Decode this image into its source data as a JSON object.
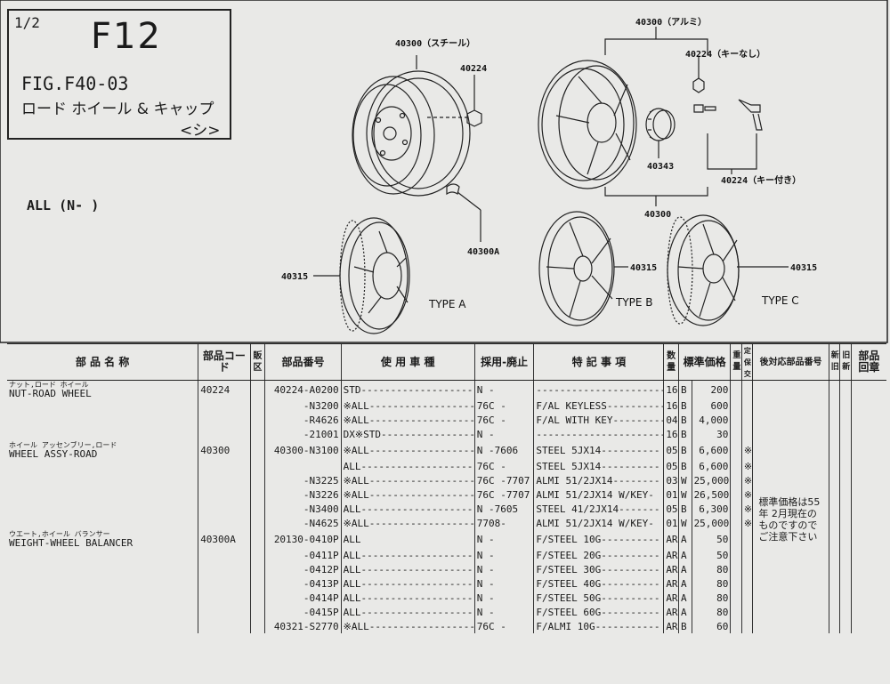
{
  "header": {
    "page_number": "1/2",
    "figure_code": "F12",
    "figure_number": "FIG.F40-03",
    "title_jp": "ロード ホイール & キャップ",
    "title_sub": "<シ>"
  },
  "applicability": "ALL (N-    )",
  "diagram": {
    "labels": {
      "steel_wheel": "40300（スチール）",
      "nut_top_left": "40224",
      "weight": "40300A",
      "alu_wheel": "40300（アルミ）",
      "nut_keyless": "40224（キーなし）",
      "balancer": "40343",
      "nut_with_key": "40224（キー付き）",
      "alu_bottom": "40300",
      "cap_a": "40315",
      "cap_b": "40315",
      "cap_c": "40315"
    },
    "types": {
      "a": "TYPE A",
      "b": "TYPE B",
      "c": "TYPE C"
    }
  },
  "table": {
    "headers": {
      "name": "部 品 名 称",
      "code": "部品コード",
      "sale": "販区",
      "part_no": "部品番号",
      "model": "使 用 車 種",
      "adopt": "採用-廃止",
      "remarks": "特 記 事 項",
      "qty": "数量",
      "price": "標準価格",
      "weight": "重量",
      "flag": "定保交",
      "after": "後対応部品番号",
      "newold": "新旧",
      "sn": "旧新",
      "ref": "部品回章"
    },
    "rows": [
      {
        "name_jp": "ナット,ロード ホイール",
        "name_en": "NUT-ROAD WHEEL",
        "code": "40224",
        "part": "40224-A0200",
        "model": "STD--------------------",
        "adopt": "N  -",
        "remark": "-----------------------",
        "qty": "16",
        "cls": "B",
        "price": "200",
        "mark": ""
      },
      {
        "name_jp": "",
        "name_en": "",
        "code": "",
        "part": "-N3200",
        "model": "※ALL-------------------",
        "adopt": "76C  -",
        "remark": "F/AL KEYLESS----------",
        "qty": "16",
        "cls": "B",
        "price": "600",
        "mark": ""
      },
      {
        "name_jp": "",
        "name_en": "",
        "code": "",
        "part": "-R4626",
        "model": "※ALL-------------------",
        "adopt": "76C  -",
        "remark": "F/AL WITH KEY---------",
        "qty": "04",
        "cls": "B",
        "price": "4,000",
        "mark": ""
      },
      {
        "name_jp": "",
        "name_en": "",
        "code": "",
        "part": "-21001",
        "model": "DX※STD-----------------",
        "adopt": "N  -",
        "remark": "-----------------------",
        "qty": "16",
        "cls": "B",
        "price": "30",
        "mark": ""
      },
      {
        "name_jp": "ホイール アッセンブリー,ロード",
        "name_en": "WHEEL ASSY-ROAD",
        "code": "40300",
        "part": "40300-N3100",
        "model": "※ALL-------------------",
        "adopt": "N  -7606",
        "remark": "STEEL 5JX14----------",
        "qty": "05",
        "cls": "B",
        "price": "6,600",
        "mark": "※"
      },
      {
        "name_jp": "",
        "name_en": "",
        "code": "",
        "part": "",
        "model": "ALL--------------------",
        "adopt": "76C  -",
        "remark": "STEEL 5JX14----------",
        "qty": "05",
        "cls": "B",
        "price": "6,600",
        "mark": "※"
      },
      {
        "name_jp": "",
        "name_en": "",
        "code": "",
        "part": "-N3225",
        "model": "※ALL-------------------",
        "adopt": "76C -7707",
        "remark": "ALMI 51/2JX14--------",
        "qty": "03",
        "cls": "W",
        "price": "25,000",
        "mark": "※"
      },
      {
        "name_jp": "",
        "name_en": "",
        "code": "",
        "part": "-N3226",
        "model": "※ALL-------------------",
        "adopt": "76C -7707",
        "remark": "ALMI 51/2JX14 W/KEY-",
        "qty": "01",
        "cls": "W",
        "price": "26,500",
        "mark": "※"
      },
      {
        "name_jp": "",
        "name_en": "",
        "code": "",
        "part": "-N3400",
        "model": "ALL--------------------",
        "adopt": "N  -7605",
        "remark": "STEEL 41/2JX14-------",
        "qty": "05",
        "cls": "B",
        "price": "6,300",
        "mark": "※"
      },
      {
        "name_jp": "",
        "name_en": "",
        "code": "",
        "part": "-N4625",
        "model": "※ALL-------------------",
        "adopt": "7708-",
        "remark": "ALMI 51/2JX14 W/KEY-",
        "qty": "01",
        "cls": "W",
        "price": "25,000",
        "mark": "※"
      },
      {
        "name_jp": "ウエート,ホイール バランサー",
        "name_en": "WEIGHT-WHEEL BALANCER",
        "code": "40300A",
        "part": "20130-0410P",
        "model": "ALL",
        "adopt": "N  -",
        "remark": "F/STEEL 10G----------",
        "qty": "AR",
        "cls": "A",
        "price": "50",
        "mark": ""
      },
      {
        "name_jp": "",
        "name_en": "",
        "code": "",
        "part": "-0411P",
        "model": "ALL--------------------",
        "adopt": "N  -",
        "remark": "F/STEEL 20G----------",
        "qty": "AR",
        "cls": "A",
        "price": "50",
        "mark": ""
      },
      {
        "name_jp": "",
        "name_en": "",
        "code": "",
        "part": "-0412P",
        "model": "ALL--------------------",
        "adopt": "N  -",
        "remark": "F/STEEL 30G----------",
        "qty": "AR",
        "cls": "A",
        "price": "80",
        "mark": ""
      },
      {
        "name_jp": "",
        "name_en": "",
        "code": "",
        "part": "-0413P",
        "model": "ALL--------------------",
        "adopt": "N  -",
        "remark": "F/STEEL 40G----------",
        "qty": "AR",
        "cls": "A",
        "price": "80",
        "mark": ""
      },
      {
        "name_jp": "",
        "name_en": "",
        "code": "",
        "part": "-0414P",
        "model": "ALL--------------------",
        "adopt": "N  -",
        "remark": "F/STEEL 50G----------",
        "qty": "AR",
        "cls": "A",
        "price": "80",
        "mark": ""
      },
      {
        "name_jp": "",
        "name_en": "",
        "code": "",
        "part": "-0415P",
        "model": "ALL--------------------",
        "adopt": "N  -",
        "remark": "F/STEEL 60G----------",
        "qty": "AR",
        "cls": "A",
        "price": "80",
        "mark": ""
      },
      {
        "name_jp": "",
        "name_en": "",
        "code": "",
        "part": "40321-S2770",
        "model": "※ALL-------------------",
        "adopt": "76C  -",
        "remark": "F/ALMI 10G-----------",
        "qty": "AR",
        "cls": "B",
        "price": "60",
        "mark": ""
      }
    ],
    "note": "標準価格は55年 2月現在のものですのでご注意下さい"
  }
}
